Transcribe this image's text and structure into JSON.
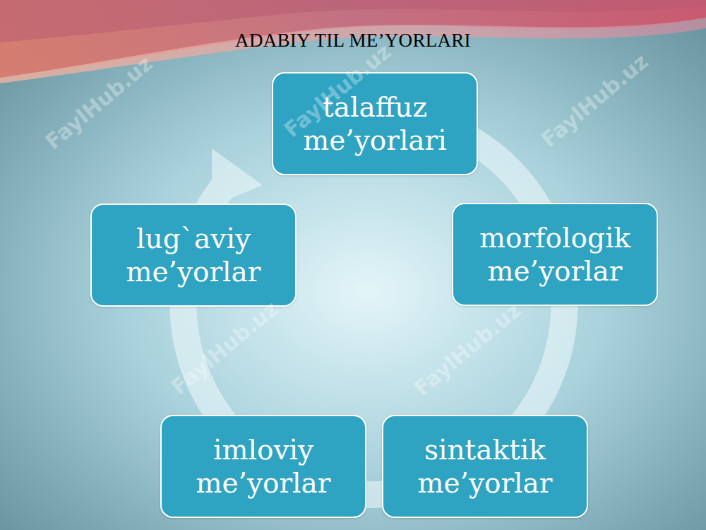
{
  "diagram": {
    "title": "ADABIY  TIL ME’YORLARI",
    "nodes": [
      {
        "text": [
          "talaffuz me’yorlari"
        ]
      },
      {
        "text": [
          "morfologik me’yorlar"
        ]
      },
      {
        "text": [
          "sintaktik me’yorlar"
        ]
      },
      {
        "text": [
          "imloviy me’yorlar"
        ]
      },
      {
        "text": [
          "lug`aviy me’yorlar"
        ]
      }
    ],
    "labels": [
      "FaylHub.uz",
      "FaylHub.uz",
      "FaylHub.uz",
      "FaylHub.uz",
      "FaylHub.uz"
    ]
  }
}
